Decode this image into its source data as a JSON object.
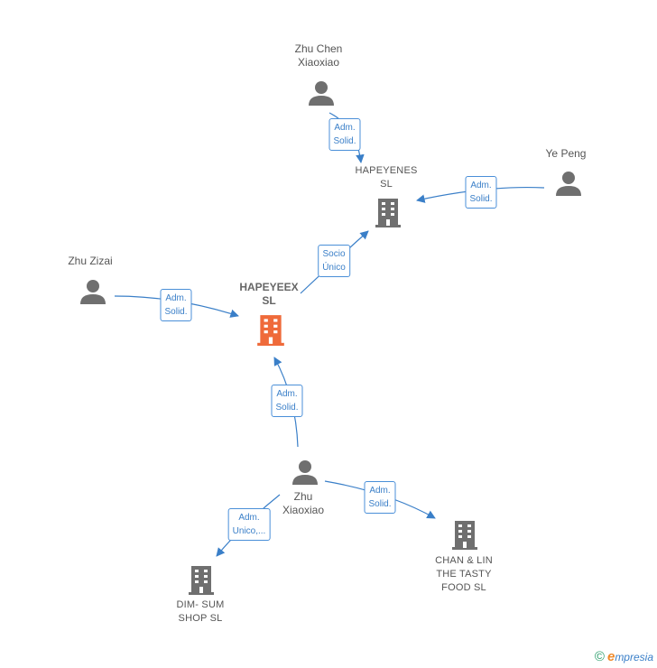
{
  "colors": {
    "edge": "#3a7fc8",
    "person_icon": "#6f6f6f",
    "company_icon": "#6f6f6f",
    "main_company_icon": "#ef6a3a"
  },
  "nodes": {
    "zhu_chen": {
      "label": "Zhu Chen\nXiaoxiao",
      "icon": "person-icon"
    },
    "hapeyenes": {
      "label": "HAPEYENES\nSL",
      "icon": "building-icon"
    },
    "ye_peng": {
      "label": "Ye Peng",
      "icon": "person-icon"
    },
    "zhu_zizai": {
      "label": "Zhu Zizai",
      "icon": "person-icon"
    },
    "hapeyeex": {
      "label": "HAPEYEEX\nSL",
      "icon": "building-icon"
    },
    "zhu_xiaoxiao": {
      "label": "Zhu\nXiaoxiao",
      "icon": "person-icon"
    },
    "dim_sum": {
      "label": "DIM- SUM\nSHOP  SL",
      "icon": "building-icon"
    },
    "chan_lin": {
      "label": "CHAN & LIN\nTHE TASTY\nFOOD  SL",
      "icon": "building-icon"
    }
  },
  "edges": {
    "e1": {
      "label": "Adm.\nSolid."
    },
    "e2": {
      "label": "Adm.\nSolid."
    },
    "e3": {
      "label": "Socio\nÚnico"
    },
    "e4": {
      "label": "Adm.\nSolid."
    },
    "e5": {
      "label": "Adm.\nSolid."
    },
    "e6": {
      "label": "Adm.\nUnico,..."
    },
    "e7": {
      "label": "Adm.\nSolid."
    }
  },
  "footer": {
    "copyright": "©",
    "brand_initial": "e",
    "brand_rest": "mpresia"
  }
}
